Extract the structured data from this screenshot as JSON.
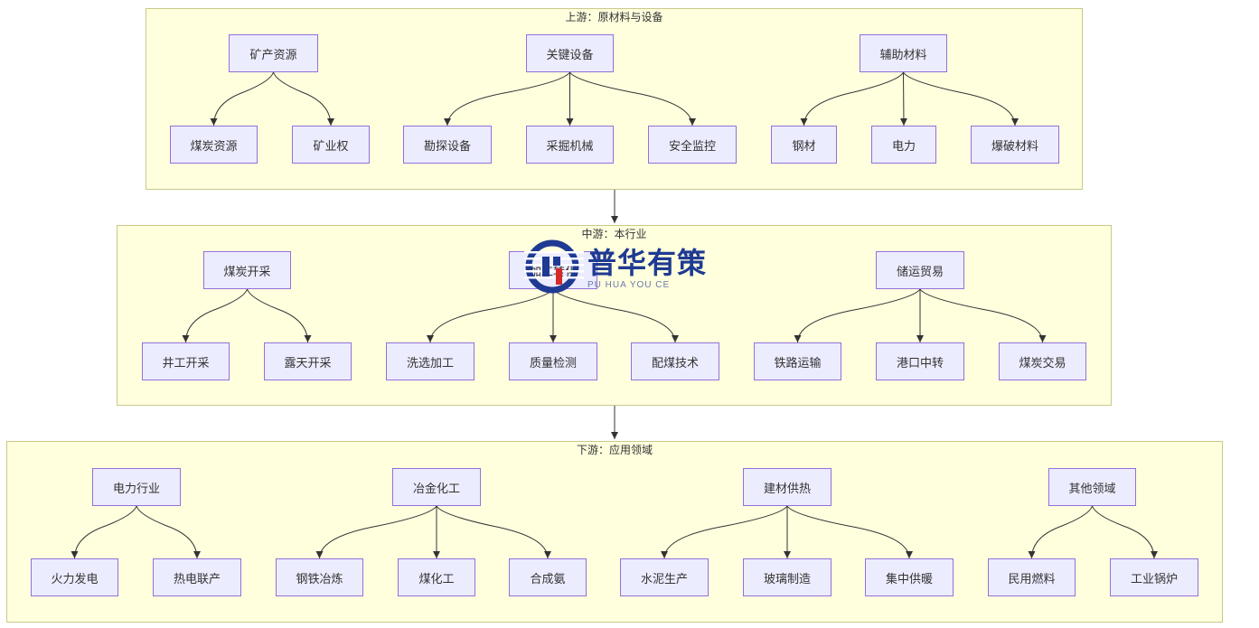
{
  "sections": {
    "up": {
      "title": "上游：原材料与设备",
      "groups": [
        {
          "parent": "矿产资源",
          "children": [
            "煤炭资源",
            "矿业权"
          ]
        },
        {
          "parent": "关键设备",
          "children": [
            "勘探设备",
            "采掘机械",
            "安全监控"
          ]
        },
        {
          "parent": "辅助材料",
          "children": [
            "钢材",
            "电力",
            "爆破材料"
          ]
        }
      ]
    },
    "mid": {
      "title": "中游：本行业",
      "groups": [
        {
          "parent": "煤炭开采",
          "children": [
            "井工开采",
            "露天开采"
          ]
        },
        {
          "parent": "加工转化",
          "children": [
            "洗选加工",
            "质量检测",
            "配煤技术"
          ]
        },
        {
          "parent": "储运贸易",
          "children": [
            "铁路运输",
            "港口中转",
            "煤炭交易"
          ]
        }
      ]
    },
    "down": {
      "title": "下游：应用领域",
      "groups": [
        {
          "parent": "电力行业",
          "children": [
            "火力发电",
            "热电联产"
          ]
        },
        {
          "parent": "冶金化工",
          "children": [
            "钢铁冶炼",
            "煤化工",
            "合成氨"
          ]
        },
        {
          "parent": "建材供热",
          "children": [
            "水泥生产",
            "玻璃制造",
            "集中供暖"
          ]
        },
        {
          "parent": "其他领域",
          "children": [
            "民用燃料",
            "工业锅炉"
          ]
        }
      ]
    }
  },
  "watermark": {
    "main": "普华有策",
    "sub": "PU HUA YOU CE"
  },
  "colors": {
    "section_fill": "#ffffde",
    "section_border": "#c9c98a",
    "node_fill": "#ececff",
    "node_border": "#9370db",
    "edge": "#333333",
    "watermark_blue": "#1f3a93",
    "watermark_red": "#d42a2a"
  }
}
